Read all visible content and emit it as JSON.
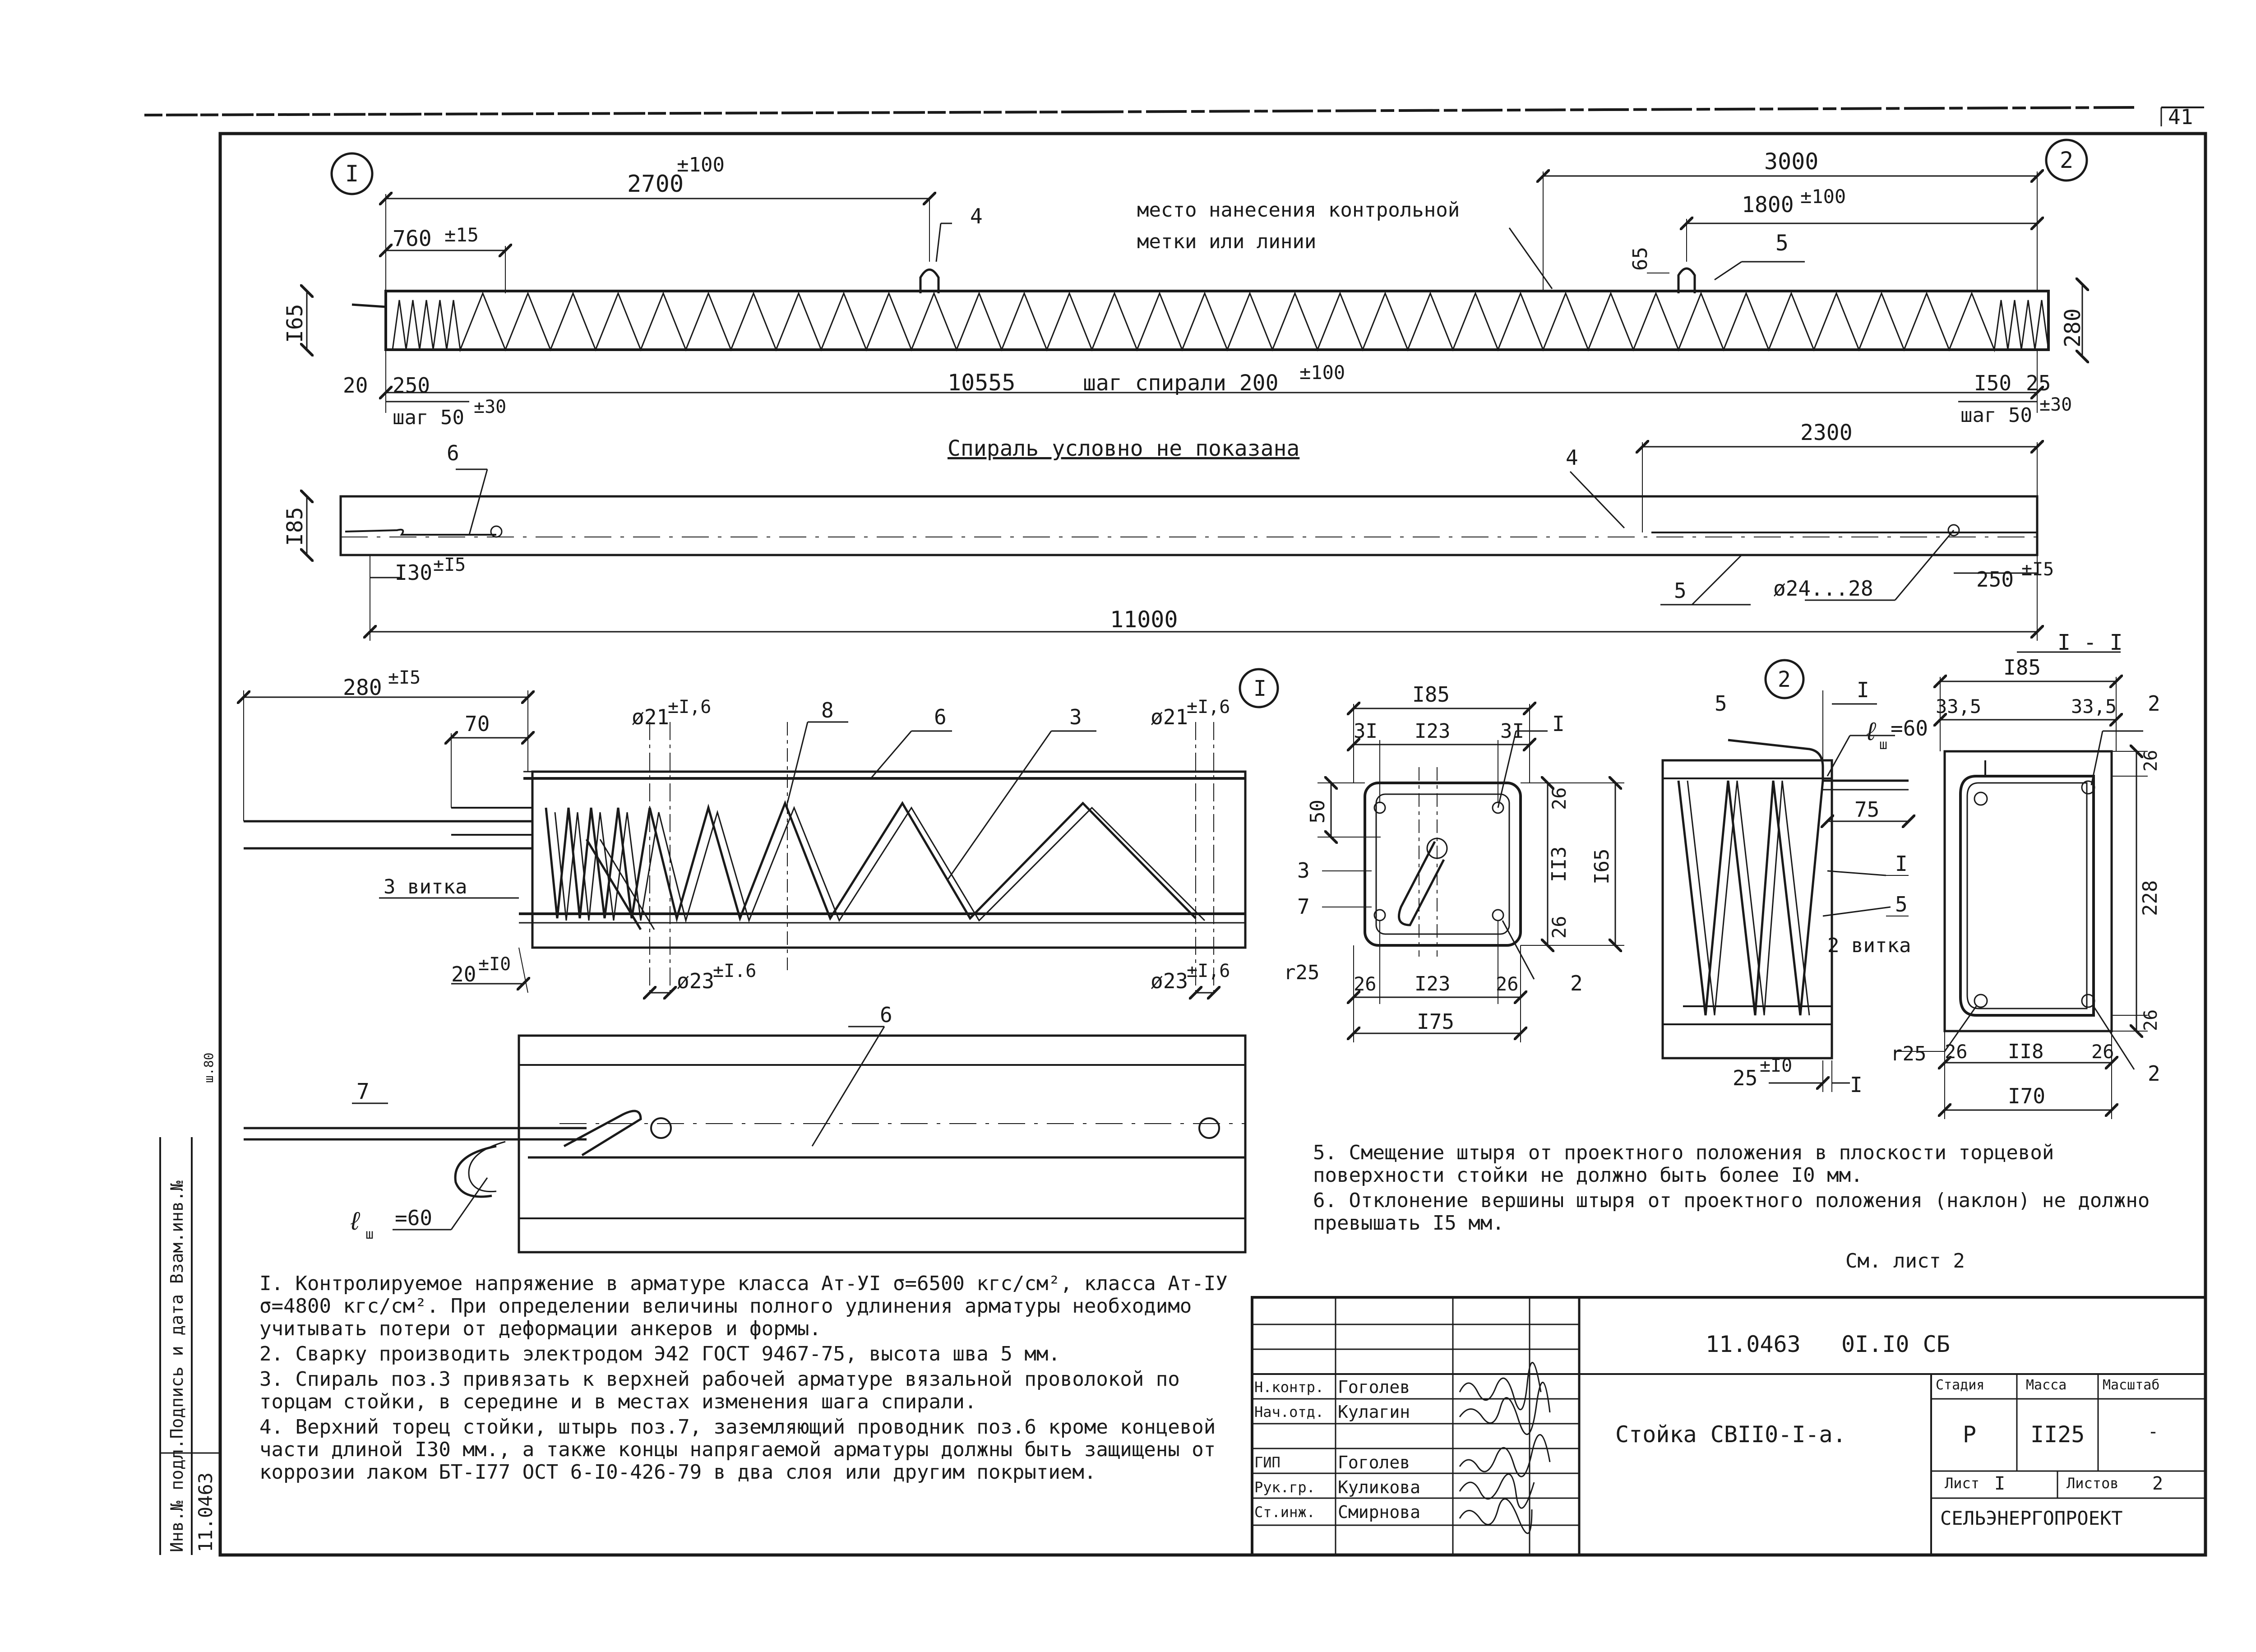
{
  "sheet_number": "41",
  "left_margin": {
    "archive_label": "Инв.№ подл.Подпись и дата Взам.инв.№",
    "doc_code": "11.0463",
    "small_date": "ш.80"
  },
  "callouts": {
    "section_1": "I",
    "section_2": "2",
    "detail_1": "I",
    "detail_2": "2",
    "cut_mark": "I - I",
    "cut_mark_letter": "I"
  },
  "elevation": {
    "dim_2700": "2700",
    "tol_2700": "±100",
    "dim_760": "760",
    "tol_760": "±15",
    "label_pos4": "4",
    "mark_note_line1": "место нанесения контрольной",
    "mark_note_line2": "метки или линии",
    "dim_3000": "3000",
    "dim_1800": "1800",
    "tol_1800": "±100",
    "label_pos5": "5",
    "dim_65": "65",
    "dim_165": "I65",
    "dim_280": "280",
    "dim_20": "20",
    "dim_250": "250",
    "dim_10555": "10555",
    "step_spiral": "шаг спирали 200",
    "tol_step": "±100",
    "step_50_left": "шаг 50",
    "tol_50_left": "±30",
    "dim_150": "I50",
    "dim_25": "25",
    "step_50_right": "шаг 50",
    "tol_50_right": "±30"
  },
  "plan": {
    "spiral_note": "Спираль условно не показана",
    "label_pos6": "6",
    "label_pos4": "4",
    "dim_2300": "2300",
    "dim_185": "I85",
    "dim_130": "I30",
    "tol_130": "±I5",
    "label_pos5": "5",
    "holes": "ø24...28",
    "dim_250": "250",
    "tol_250": "±I5",
    "dim_11000": "11000"
  },
  "detail1": {
    "dim_280": "280",
    "tol_280": "±I5",
    "dim_70": "70",
    "d21_left": "ø21",
    "tol_d21_left": "±I,6",
    "label_8": "8",
    "label_6": "6",
    "label_3": "3",
    "d21_right": "ø21",
    "tol_d21_right": "±I,6",
    "turns_3": "3 витка",
    "dim_20": "20",
    "tol_20": "±I0",
    "d23_left": "ø23",
    "tol_d23_left": "±I.6",
    "d23_right": "ø23",
    "tol_d23_right": "±I,6",
    "label_7": "7",
    "label_6b": "6",
    "len_60": "ℓ",
    "len_60_sub": "ш",
    "len_60_val": "=60"
  },
  "section_a": {
    "dim_185": "I85",
    "dim_31a": "3I",
    "dim_123a": "I23",
    "dim_31b": "3I",
    "label_1": "I",
    "dim_50": "50",
    "dim_26a": "26",
    "dim_113": "II3",
    "dim_165": "I65",
    "dim_26b": "26",
    "label_3": "3",
    "label_7": "7",
    "r25": "r25",
    "dim_26c": "26",
    "dim_123b": "I23",
    "dim_26d": "26",
    "label_2": "2",
    "dim_175": "I75"
  },
  "detail2": {
    "label_5": "5",
    "cut_i": "I",
    "len": "ℓ",
    "len_sub": "ш",
    "len_val": "=60",
    "dim_75": "75",
    "label_1": "I",
    "label_5b": "5",
    "turns_2": "2 витка",
    "dim_25": "25",
    "tol_25": "±I0",
    "cut_i_b": "I"
  },
  "section_b": {
    "dim_185": "I85",
    "dim_33a": "33,5",
    "dim_33b": "33,5",
    "label_2a": "2",
    "dim_26a": "26",
    "dim_228": "228",
    "dim_26b": "26",
    "r25": "r25",
    "dim_26c": "26",
    "dim_118": "II8",
    "dim_26d": "26",
    "label_2b": "2",
    "dim_170": "I70"
  },
  "notes_left": [
    "I. Контролируемое напряжение в арматуре класса Ат-УI σ=6500 кгс/см², класса Ат-IУ σ=4800 кгс/см². При определении величины полного удлинения арматуры необходимо учитывать потери от деформации анкеров и формы.",
    "2. Сварку производить электродом Э42 ГОСТ 9467-75, высота шва 5 мм.",
    "3. Спираль поз.3 привязать к верхней рабочей арматуре вязальной проволокой по торцам стойки, в середине и в местах изменения шага спирали.",
    "4. Верхний торец стойки, штырь поз.7, заземляющий проводник поз.6 кроме концевой части длиной I30 мм., а также концы напрягаемой арматуры должны быть защищены от коррозии лаком БТ-I77 ОСТ 6-I0-426-79 в два слоя или другим покрытием."
  ],
  "notes_right": [
    "5. Смещение штыря от проектного положения в плоскости торцевой поверхности стойки не должно быть более I0 мм.",
    "6. Отклонение вершины штыря от проектного положения (наклон) не должно превышать I5 мм."
  ],
  "see_sheet": "См. лист 2",
  "title_block": {
    "doc_number": "11.0463   0I.I0 СБ",
    "title": "Стойка СВII0-I-а.",
    "col_stage": "Стадия",
    "col_mass": "Масса",
    "col_scale": "Масштаб",
    "stage": "Р",
    "mass": "II25",
    "scale": "-",
    "sheet_label": "Лист",
    "sheet_val": "I",
    "sheets_label": "Листов",
    "sheets_val": "2",
    "org": "СЕЛЬЭНЕРГОПРОЕКТ",
    "roles": [
      "Н.контр.",
      "Нач.отд.",
      "",
      "ГИП",
      "Рук.гр.",
      "Ст.инж."
    ],
    "names": [
      "Гоголев",
      "Кулагин",
      "",
      "Гоголев",
      "Куликова",
      "Смирнова"
    ]
  }
}
